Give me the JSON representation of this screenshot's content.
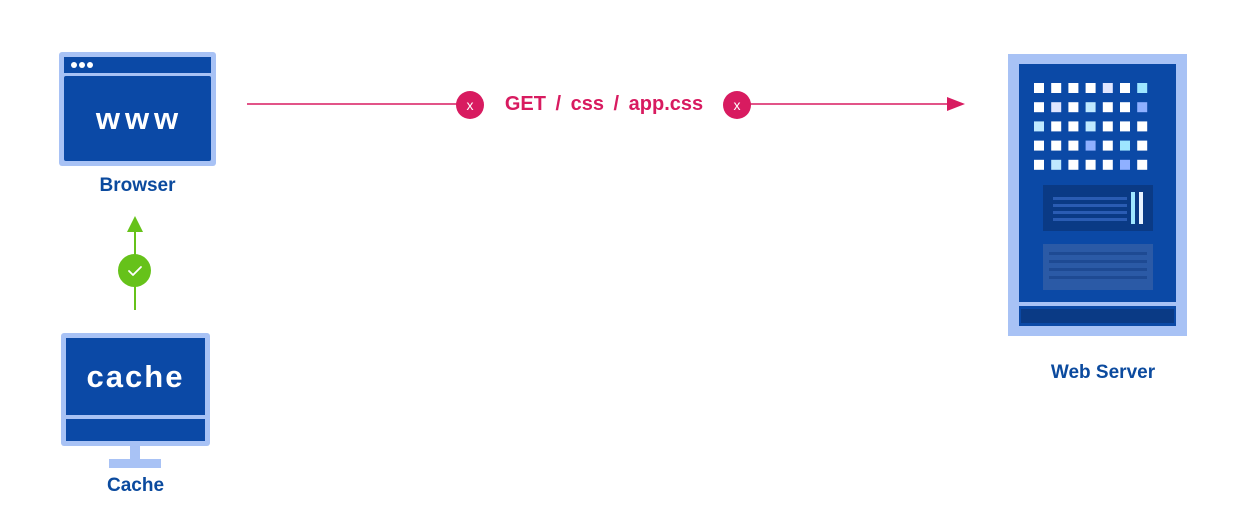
{
  "browser": {
    "screen_text": "www",
    "label": "Browser"
  },
  "cache": {
    "screen_text": "cache",
    "label": "Cache"
  },
  "server": {
    "label": "Web Server"
  },
  "request": {
    "label": "GET  /  css  /  app.css",
    "status_icon": "x-icon",
    "status_glyph": "x"
  },
  "cache_link": {
    "status_icon": "check-icon"
  },
  "colors": {
    "primary_blue": "#0b49a6",
    "light_blue": "#a8c2f5",
    "label_blue": "#0b4a9e",
    "error_red": "#d81b60",
    "success_green": "#66c21a"
  }
}
